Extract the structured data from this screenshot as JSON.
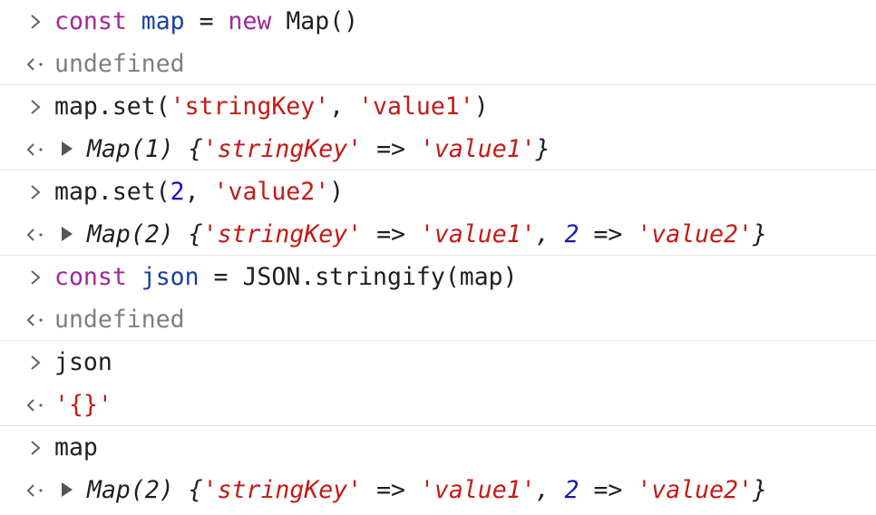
{
  "colors": {
    "keyword": "#a1279b",
    "variable": "#1a3fa3",
    "number": "#1c00cf",
    "string": "#c41a16",
    "undefined": "#7f7f7f",
    "divider": "#e6e6e6"
  },
  "icons": {
    "prompt": "chevron-right-icon",
    "result": "return-arrow-icon",
    "expand": "triangle-right-icon"
  },
  "entries": [
    {
      "input": {
        "kw": "const",
        "name": "map",
        "op": " = ",
        "kw2": "new",
        "rest": " Map()"
      },
      "output": {
        "text": "undefined"
      }
    },
    {
      "input": {
        "pre": "map.set(",
        "arg1": "'stringKey'",
        "sep": ", ",
        "arg2": "'value1'",
        "post": ")"
      },
      "output": {
        "label": "Map(1) {",
        "k1": "'stringKey'",
        "arrow1": " => ",
        "v1": "'value1'",
        "close": "}"
      }
    },
    {
      "input": {
        "pre": "map.set(",
        "arg1": "2",
        "sep": ", ",
        "arg2": "'value2'",
        "post": ")"
      },
      "output": {
        "label": "Map(2) {",
        "k1": "'stringKey'",
        "arrow1": " => ",
        "v1": "'value1'",
        "comma": ", ",
        "k2": "2",
        "arrow2": " => ",
        "v2": "'value2'",
        "close": "}"
      }
    },
    {
      "input": {
        "kw": "const",
        "name": "json",
        "op": " = ",
        "rest": "JSON.stringify(map)"
      },
      "output": {
        "text": "undefined"
      }
    },
    {
      "input": {
        "text": "json"
      },
      "output": {
        "text": "'{}'"
      }
    },
    {
      "input": {
        "text": "map"
      },
      "output": {
        "label": "Map(2) {",
        "k1": "'stringKey'",
        "arrow1": " => ",
        "v1": "'value1'",
        "comma": ", ",
        "k2": "2",
        "arrow2": " => ",
        "v2": "'value2'",
        "close": "}"
      }
    }
  ]
}
